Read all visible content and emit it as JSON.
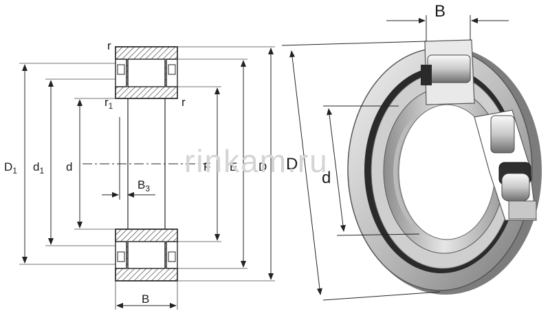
{
  "drawing": {
    "labels": {
      "r_top": "r",
      "r1": "r",
      "r1_sub": "1",
      "r_right": "r",
      "D1": "D",
      "D1_sub": "1",
      "d1": "d",
      "d1_sub": "1",
      "d": "d",
      "B3": "B",
      "B3_sub": "3",
      "F": "F",
      "E": "E",
      "D": "D",
      "B_bottom": "B"
    }
  },
  "render": {
    "labels": {
      "B": "B",
      "D": "D",
      "d": "d"
    }
  },
  "watermark": "rinkam.ru"
}
